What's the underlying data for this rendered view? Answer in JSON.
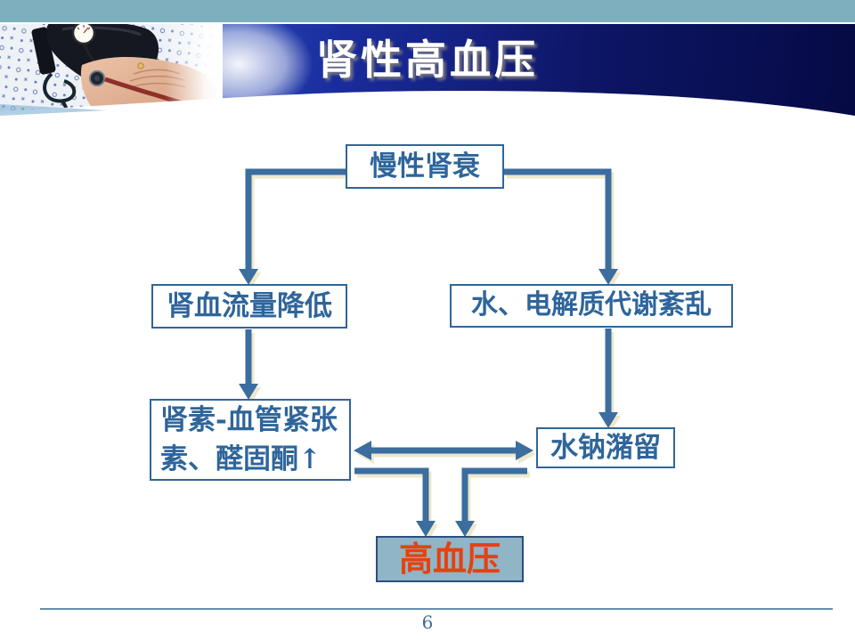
{
  "slide": {
    "title": "肾性高血压",
    "page_number": "6"
  },
  "diagram": {
    "nodes": [
      {
        "id": "chronic-renal-failure",
        "label": "慢性肾衰"
      },
      {
        "id": "renal-blood-flow-decrease",
        "label": "肾血流量降低"
      },
      {
        "id": "water-electrolyte-disorder",
        "label": "水、电解质代谢紊乱"
      },
      {
        "id": "renin-angiotensin-aldosterone",
        "label": "肾素-血管紧张素、醛固酮↑"
      },
      {
        "id": "water-sodium-retention",
        "label": "水钠潴留"
      },
      {
        "id": "hypertension",
        "label": "高血压"
      }
    ],
    "edges": [
      {
        "from": "chronic-renal-failure",
        "to": "renal-blood-flow-decrease",
        "type": "arrow"
      },
      {
        "from": "chronic-renal-failure",
        "to": "water-electrolyte-disorder",
        "type": "arrow"
      },
      {
        "from": "renal-blood-flow-decrease",
        "to": "renin-angiotensin-aldosterone",
        "type": "arrow"
      },
      {
        "from": "water-electrolyte-disorder",
        "to": "water-sodium-retention",
        "type": "arrow"
      },
      {
        "from": "renin-angiotensin-aldosterone",
        "to": "water-sodium-retention",
        "type": "double-arrow"
      },
      {
        "from": "renin-angiotensin-aldosterone",
        "to": "hypertension",
        "type": "elbow-arrow"
      },
      {
        "from": "water-sodium-retention",
        "to": "hypertension",
        "type": "elbow-arrow"
      }
    ]
  },
  "colors": {
    "top_band": "#7EAFBF",
    "header_navy_dark": "#060B46",
    "header_navy_bright": "#3C6CD8",
    "title_text": "#FFFFFF",
    "box_border": "#2F6699",
    "box_text": "#2E659B",
    "arrow": "#3A6D9E",
    "arrow_shadow": "#ECE6CB",
    "hypertension_fill": "#8FB5C6",
    "hypertension_border": "#2B4F7E",
    "hypertension_text": "#E8400E",
    "footer_line": "#4F7CA6",
    "page_number_text": "#3F6A99"
  }
}
